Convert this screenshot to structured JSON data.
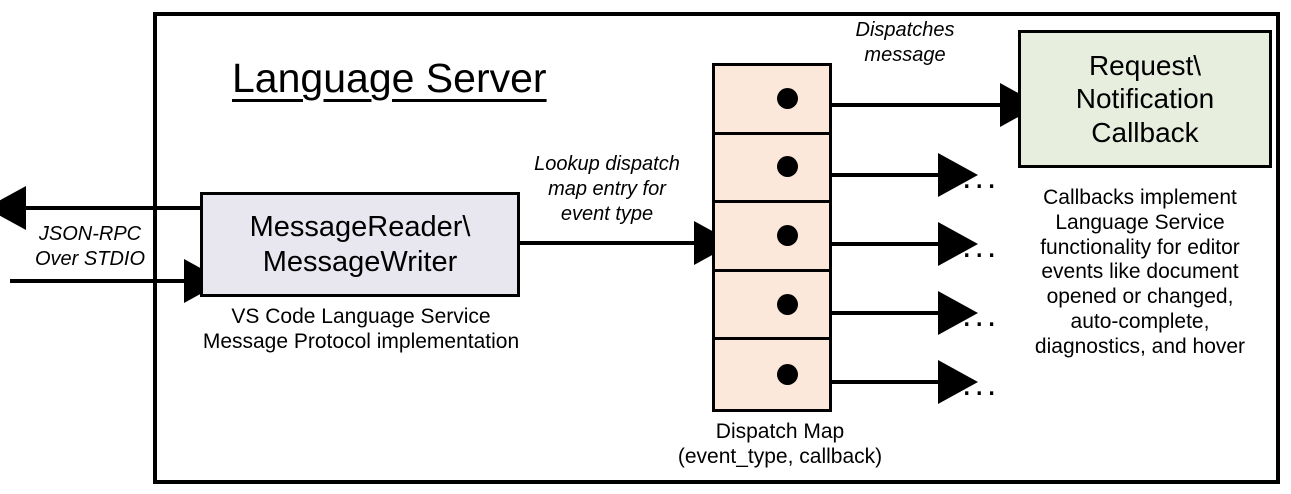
{
  "diagram": {
    "frame_title": "Language Server",
    "colors": {
      "message_io_fill": "#e8e6ef",
      "dispatch_map_fill": "#fce8da",
      "callback_fill": "#e8eede",
      "stroke": "#000000",
      "background": "#ffffff"
    },
    "nodes": {
      "message_io": {
        "line1": "MessageReader\\",
        "line2": "MessageWriter",
        "caption_line1": "VS Code Language Service",
        "caption_line2": "Message Protocol implementation"
      },
      "dispatch_map": {
        "caption_line1": "Dispatch Map",
        "caption_line2": "(event_type, callback)",
        "cell_count": 5,
        "cells": [
          {
            "index": 1,
            "dot": "callback-dot"
          },
          {
            "index": 2,
            "dot": "callback-dot"
          },
          {
            "index": 3,
            "dot": "callback-dot"
          },
          {
            "index": 4,
            "dot": "callback-dot"
          },
          {
            "index": 5,
            "dot": "callback-dot"
          }
        ]
      },
      "callback": {
        "line1": "Request\\",
        "line2": "Notification",
        "line3": "Callback",
        "caption_line1": "Callbacks implement",
        "caption_line2": "Language Service",
        "caption_line3": "functionality for editor",
        "caption_line4": "events like document",
        "caption_line5": "opened or changed,",
        "caption_line6": "auto-complete,",
        "caption_line7": "diagnostics, and hover"
      }
    },
    "edge_labels": {
      "jsonrpc": "JSON-RPC\nOver STDIO",
      "lookup": "Lookup dispatch\nmap entry for\nevent type",
      "dispatches": "Dispatches\nmessage"
    },
    "ellipses": {
      "row2": "...",
      "row3": "...",
      "row4": "...",
      "row5": "..."
    }
  }
}
